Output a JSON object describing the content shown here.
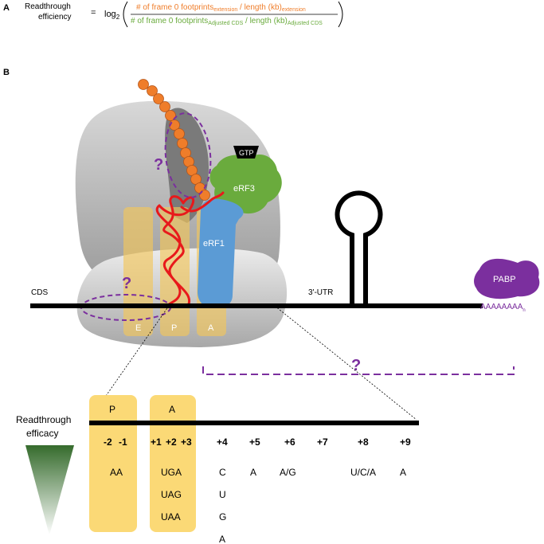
{
  "panel_a": {
    "label": "A",
    "lhs_line1": "Readthrough",
    "lhs_line2": "efficiency",
    "equals": "=",
    "log": "log",
    "log_sub": "2",
    "num_main": "# of frame 0 footprints",
    "num_sub": "extension",
    "num_len": " / length (kb)",
    "num_len_sub": "extension",
    "den_main": "# of frame 0 footprints",
    "den_sub": "Adjusted CDS",
    "den_len": " / length (kb)",
    "den_len_sub": "Adjusted CDS"
  },
  "panel_b": {
    "label": "B",
    "gtp": "GTP",
    "erf3": "eRF3",
    "erf1": "eRF1",
    "question": "?",
    "cds": "CDS",
    "utr": "3'-UTR",
    "pabp": "PABP",
    "polya": "AAAAAAAA",
    "polya_sub": "n",
    "sites": [
      "E",
      "P",
      "A"
    ],
    "zoom_sites": [
      "P",
      "A"
    ],
    "readthrough_line1": "Readthrough",
    "readthrough_line2": "efficacy",
    "positions": [
      "-2",
      "-1",
      "+1",
      "+2",
      "+3",
      "+4",
      "+5",
      "+6",
      "+7",
      "+8",
      "+9"
    ],
    "nt_minus": "AA",
    "stop_codons": [
      "UGA",
      "UAG",
      "UAA"
    ],
    "pos4": [
      "C",
      "U",
      "G",
      "A"
    ],
    "pos5": "A",
    "pos6": "A/G",
    "pos8": "U/C/A",
    "pos9": "A"
  },
  "colors": {
    "orange": "#ef7d2a",
    "green": "#6aab3d",
    "purple": "#7b2f9e",
    "blue": "#5b9bd5",
    "tan": "#f7cf66",
    "red": "#e8191b"
  }
}
